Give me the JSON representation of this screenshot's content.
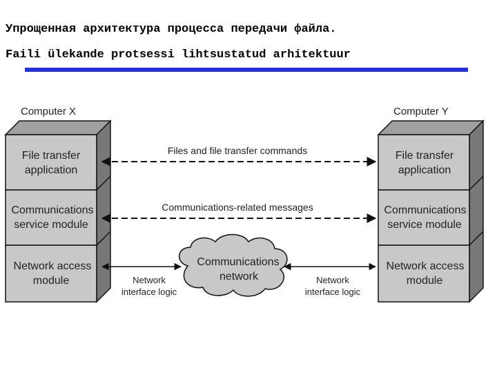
{
  "header": {
    "title_ru": "Упрощенная архитектура процесса передачи файла.",
    "title_et": "Faili ülekande protsessi lihtsustatud arhitektuur",
    "rule_color": "#1f33d6"
  },
  "diagram": {
    "computer_x": {
      "name": "Computer X",
      "layers": [
        {
          "line1": "File transfer",
          "line2": "application"
        },
        {
          "line1": "Communications",
          "line2": "service module"
        },
        {
          "line1": "Network access",
          "line2": "module"
        }
      ]
    },
    "computer_y": {
      "name": "Computer Y",
      "layers": [
        {
          "line1": "File transfer",
          "line2": "application"
        },
        {
          "line1": "Communications",
          "line2": "service module"
        },
        {
          "line1": "Network access",
          "line2": "module"
        }
      ]
    },
    "links": {
      "top": "Files and file transfer commands",
      "middle": "Communications-related messages"
    },
    "network": {
      "line1": "Communications",
      "line2": "network"
    },
    "interface_left": {
      "line1": "Network",
      "line2": "interface logic"
    },
    "interface_right": {
      "line1": "Network",
      "line2": "interface logic"
    },
    "colors": {
      "box_face": "#c8c8c8",
      "box_side": "#787878",
      "box_top": "#a0a0a0",
      "cloud": "#c8c8c8"
    }
  }
}
